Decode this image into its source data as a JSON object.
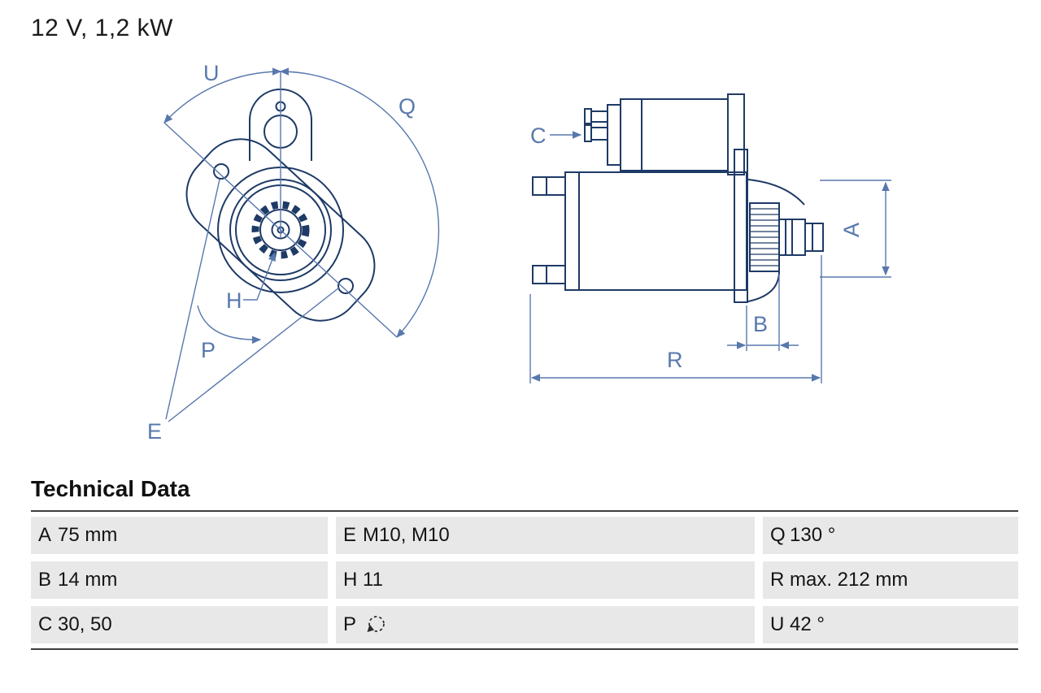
{
  "title": "12 V, 1,2 kW",
  "diagram": {
    "labels": {
      "U": "U",
      "Q": "Q",
      "H": "H",
      "P": "P",
      "E": "E",
      "C": "C",
      "A": "A",
      "B": "B",
      "R": "R"
    },
    "colors": {
      "outline": "#1e3a66",
      "dimension": "#5878ad"
    }
  },
  "technical_data": {
    "heading": "Technical Data",
    "rows": [
      {
        "cells": [
          {
            "label": "A",
            "value": "75 mm"
          },
          {
            "label": "E",
            "value": "M10, M10"
          },
          {
            "label": "Q",
            "value": "130 °"
          }
        ]
      },
      {
        "cells": [
          {
            "label": "B",
            "value": "14 mm"
          },
          {
            "label": "H",
            "value": "11"
          },
          {
            "label": "R",
            "value": "max. 212 mm"
          }
        ]
      },
      {
        "cells": [
          {
            "label": "C",
            "value": "30, 50"
          },
          {
            "label": "P",
            "icon": "rotation-ccw-icon"
          },
          {
            "label": "U",
            "value": "42 °"
          }
        ]
      }
    ]
  }
}
